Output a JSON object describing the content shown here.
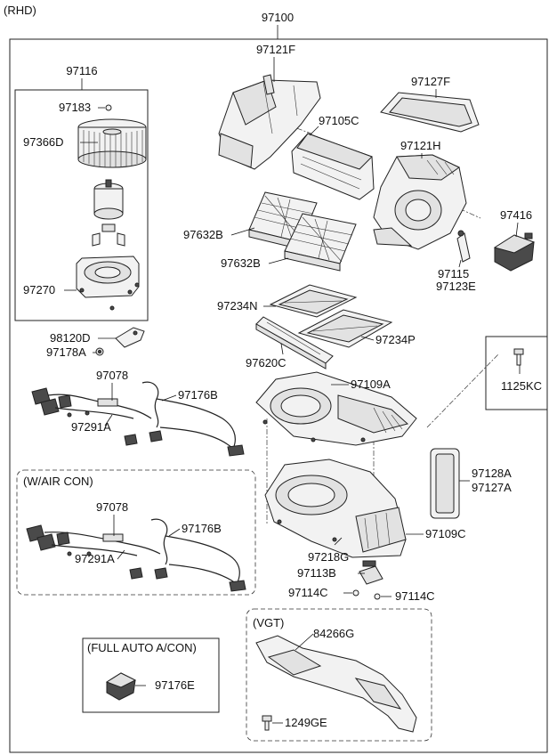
{
  "variant_label": "(RHD)",
  "labels": {
    "assembly": "97100",
    "blower_unit": "97116",
    "screw_97183": "97183",
    "fan": "97366D",
    "blower_case": "97270",
    "bracket": "98120D",
    "nut": "97178A",
    "harness_top": "97078",
    "harness_clip_top": "97291A",
    "wire_top": "97176B",
    "air_con_harness": "97078",
    "air_con_clip": "97291A",
    "air_con_wire": "97176B",
    "auto_part": "97176E",
    "upper_case_left": "97121F",
    "seal_top": "97127F",
    "door": "97105C",
    "case_right": "97121H",
    "filter_1": "97632B",
    "filter_2": "97632B",
    "actuator": "97416",
    "lever": "97115",
    "lever_2": "97123E",
    "cover_n": "97234N",
    "cover_p": "97234P",
    "filter_cover": "97620C",
    "bolt_1125": "1125KC",
    "upper_case": "97109A",
    "seal_a": "97128A",
    "seal_b": "97127A",
    "lower_case": "97109C",
    "gasket": "97218G",
    "resistor": "97113B",
    "screw_a": "97114C",
    "screw_b": "97114C",
    "duct": "84266G",
    "bolt_1249": "1249GE"
  },
  "groups": {
    "air_con": "(W/AIR CON)",
    "full_auto": "(FULL AUTO A/CON)",
    "vgt": "(VGT)"
  }
}
